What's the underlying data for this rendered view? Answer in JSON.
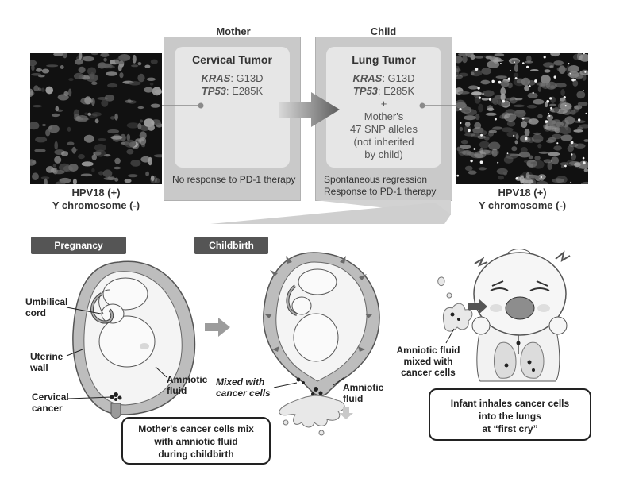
{
  "columns": {
    "mother": "Mother",
    "child": "Child"
  },
  "mother_tumor": {
    "title": "Cervical Tumor",
    "kras_gene": "KRAS",
    "kras_value": ": G13D",
    "tp53_gene": "TP53",
    "tp53_value": ": E285K",
    "response": "No response to PD-1 therapy"
  },
  "child_tumor": {
    "title": "Lung Tumor",
    "kras_gene": "KRAS",
    "kras_value": ": G13D",
    "tp53_gene": "TP53",
    "tp53_value": ": E285K",
    "plus": "+",
    "snp_line1": "Mother's",
    "snp_line2": "47 SNP alleles",
    "snp_line3": "(not inherited",
    "snp_line4": "by child)",
    "response_line1": "Spontaneous regression",
    "response_line2": "Response to PD-1 therapy"
  },
  "left_micro_caption": {
    "line1": "HPV18 (+)",
    "line2": "Y chromosome (-)"
  },
  "right_micro_caption": {
    "line1": "HPV18 (+)",
    "line2": "Y chromosome (-)"
  },
  "stages": {
    "pregnancy": "Pregnancy",
    "childbirth": "Childbirth"
  },
  "labels": {
    "umbilical_1": "Umbilical",
    "umbilical_2": "cord",
    "uterine_1": "Uterine",
    "uterine_2": "wall",
    "cervical_1": "Cervical",
    "cervical_2": "cancer",
    "amniotic_1": "Amniotic",
    "amniotic_2": "fluid",
    "mixed_1": "Mixed with",
    "mixed_2": "cancer cells",
    "amniotic_b_1": "Amniotic",
    "amniotic_b_2": "fluid",
    "amf_mixed_1": "Amniotic fluid",
    "amf_mixed_2": "mixed with",
    "amf_mixed_3": "cancer cells"
  },
  "notes": {
    "childbirth_1": "Mother's cancer cells mix",
    "childbirth_2": "with amniotic fluid",
    "childbirth_3": "during childbirth",
    "infant_1": "Infant inhales cancer cells",
    "infant_2": "into the lungs",
    "infant_3": "at “first cry”"
  },
  "colors": {
    "box_gray": "#c9c9c9",
    "inner_gray": "#e6e6e6",
    "tag_gray": "#555555"
  }
}
